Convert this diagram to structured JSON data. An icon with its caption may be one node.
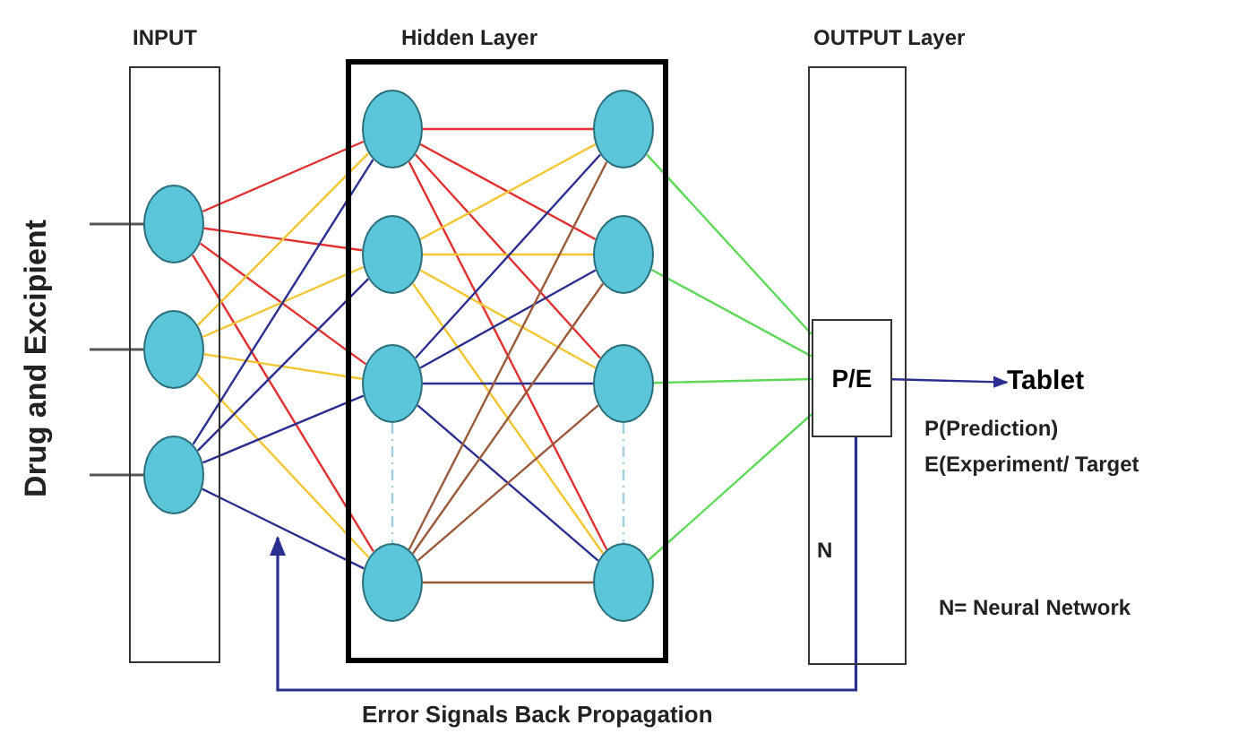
{
  "diagram": {
    "nodes": [
      {
        "text": [
          "INPUT"
        ]
      },
      {
        "text": [
          "Hidden Layer"
        ]
      },
      {
        "text": [
          "OUTPUT Layer",
          "N"
        ]
      },
      {
        "text": [],
        "shape": "circle",
        "in": 0
      },
      {
        "text": [],
        "shape": "circle",
        "in": 0
      },
      {
        "text": [],
        "shape": "circle",
        "in": 0
      },
      {
        "text": [],
        "shape": "circle",
        "in": 1
      },
      {
        "text": [],
        "shape": "circle",
        "in": 1
      },
      {
        "text": [],
        "shape": "circle",
        "in": 1
      },
      {
        "text": [],
        "shape": "circle",
        "in": 1
      },
      {
        "text": [],
        "shape": "circle",
        "in": 1
      },
      {
        "text": [],
        "shape": "circle",
        "in": 1
      },
      {
        "text": [],
        "shape": "circle",
        "in": 1
      },
      {
        "text": [],
        "shape": "circle",
        "in": 1
      },
      {
        "text": [
          "P/E"
        ],
        "in": 2
      },
      {
        "text": [
          "Tablet"
        ]
      }
    ],
    "edges": [
      {
        "from": null,
        "to": 3,
        "arrow": "none",
        "color": "#555555"
      },
      {
        "from": null,
        "to": 4,
        "arrow": "none",
        "color": "#555555"
      },
      {
        "from": null,
        "to": 5,
        "arrow": "none",
        "color": "#555555"
      },
      {
        "from": 3,
        "to": 6,
        "arrow": "none",
        "color": "#e0302f"
      },
      {
        "from": 3,
        "to": 7,
        "arrow": "none",
        "color": "#e0302f"
      },
      {
        "from": 3,
        "to": 8,
        "arrow": "none",
        "color": "#e0302f"
      },
      {
        "from": 3,
        "to": 9,
        "arrow": "none",
        "color": "#e0302f"
      },
      {
        "from": 4,
        "to": 6,
        "arrow": "none",
        "color": "#f2c531"
      },
      {
        "from": 4,
        "to": 7,
        "arrow": "none",
        "color": "#f2c531"
      },
      {
        "from": 4,
        "to": 8,
        "arrow": "none",
        "color": "#f2c531"
      },
      {
        "from": 4,
        "to": 9,
        "arrow": "none",
        "color": "#f2c531"
      },
      {
        "from": 5,
        "to": 6,
        "arrow": "none",
        "color": "#2b2f8f"
      },
      {
        "from": 5,
        "to": 7,
        "arrow": "none",
        "color": "#2b2f8f"
      },
      {
        "from": 5,
        "to": 8,
        "arrow": "none",
        "color": "#2b2f8f"
      },
      {
        "from": 5,
        "to": 9,
        "arrow": "none",
        "color": "#2b2f8f"
      },
      {
        "from": 6,
        "to": 10,
        "arrow": "none",
        "color": "#e0302f"
      },
      {
        "from": 6,
        "to": 11,
        "arrow": "none",
        "color": "#e0302f"
      },
      {
        "from": 6,
        "to": 12,
        "arrow": "none",
        "color": "#e0302f"
      },
      {
        "from": 6,
        "to": 13,
        "arrow": "none",
        "color": "#e0302f"
      },
      {
        "from": 7,
        "to": 10,
        "arrow": "none",
        "color": "#f2c531"
      },
      {
        "from": 7,
        "to": 11,
        "arrow": "none",
        "color": "#f2c531"
      },
      {
        "from": 7,
        "to": 12,
        "arrow": "none",
        "color": "#f2c531"
      },
      {
        "from": 7,
        "to": 13,
        "arrow": "none",
        "color": "#f2c531"
      },
      {
        "from": 8,
        "to": 10,
        "arrow": "none",
        "color": "#2b2f8f"
      },
      {
        "from": 8,
        "to": 11,
        "arrow": "none",
        "color": "#2b2f8f"
      },
      {
        "from": 8,
        "to": 12,
        "arrow": "none",
        "color": "#2b2f8f"
      },
      {
        "from": 8,
        "to": 13,
        "arrow": "none",
        "color": "#2b2f8f"
      },
      {
        "from": 8,
        "to": 9,
        "arrow": "none",
        "style": "dashed",
        "color": "#9fcfe0"
      },
      {
        "from": 12,
        "to": 13,
        "arrow": "none",
        "style": "dashed",
        "color": "#9fcfe0"
      },
      {
        "from": 9,
        "to": 10,
        "arrow": "none",
        "color": "#9a5a3c"
      },
      {
        "from": 9,
        "to": 11,
        "arrow": "none",
        "color": "#9a5a3c"
      },
      {
        "from": 9,
        "to": 12,
        "arrow": "none",
        "color": "#9a5a3c"
      },
      {
        "from": 9,
        "to": 13,
        "arrow": "none",
        "color": "#9a5a3c"
      },
      {
        "from": 10,
        "to": 14,
        "arrow": "none",
        "color": "#5fd85a"
      },
      {
        "from": 11,
        "to": 14,
        "arrow": "none",
        "color": "#5fd85a"
      },
      {
        "from": 12,
        "to": 14,
        "arrow": "none",
        "color": "#5fd85a"
      },
      {
        "from": 13,
        "to": 14,
        "arrow": "none",
        "color": "#5fd85a"
      },
      {
        "from": 14,
        "to": 15,
        "arrow": "to",
        "color": "#2b2f8f"
      },
      {
        "from": 14,
        "to": null,
        "arrow": "to",
        "label": "Error Signals Back Propagation",
        "color": "#2b2f8f"
      }
    ],
    "labels": [
      "Drug and Excipient",
      "P(Prediction)",
      "E(Experiment/ Target",
      "N= Neural Network"
    ]
  }
}
